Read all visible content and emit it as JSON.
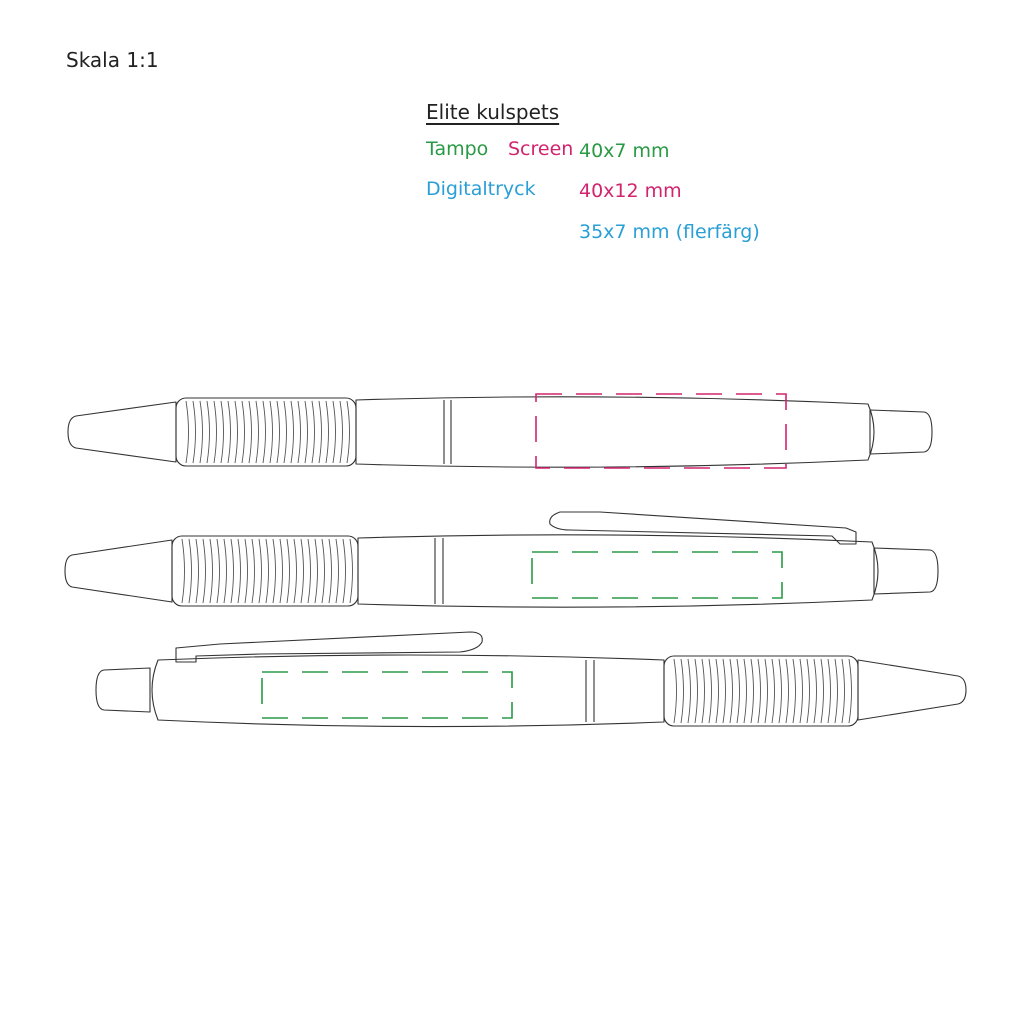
{
  "scale_label": "Skala 1:1",
  "product_title": "Elite kulspets",
  "methods": {
    "tampo": "Tampo",
    "screen": "Screen",
    "digital": "Digitaltryck"
  },
  "sizes": {
    "tampo": "40x7 mm",
    "screen": "40x12 mm",
    "digital": "35x7 mm (flerfärg)"
  },
  "colors": {
    "tampo": "#2a9a46",
    "screen": "#d2246e",
    "digital": "#2a9fd6",
    "outline": "#333333"
  },
  "views": [
    {
      "name": "pen-front-view",
      "print_zone": "screen"
    },
    {
      "name": "pen-side-view-clip",
      "print_zone": "tampo"
    },
    {
      "name": "pen-reverse-view",
      "print_zone": "tampo"
    }
  ]
}
